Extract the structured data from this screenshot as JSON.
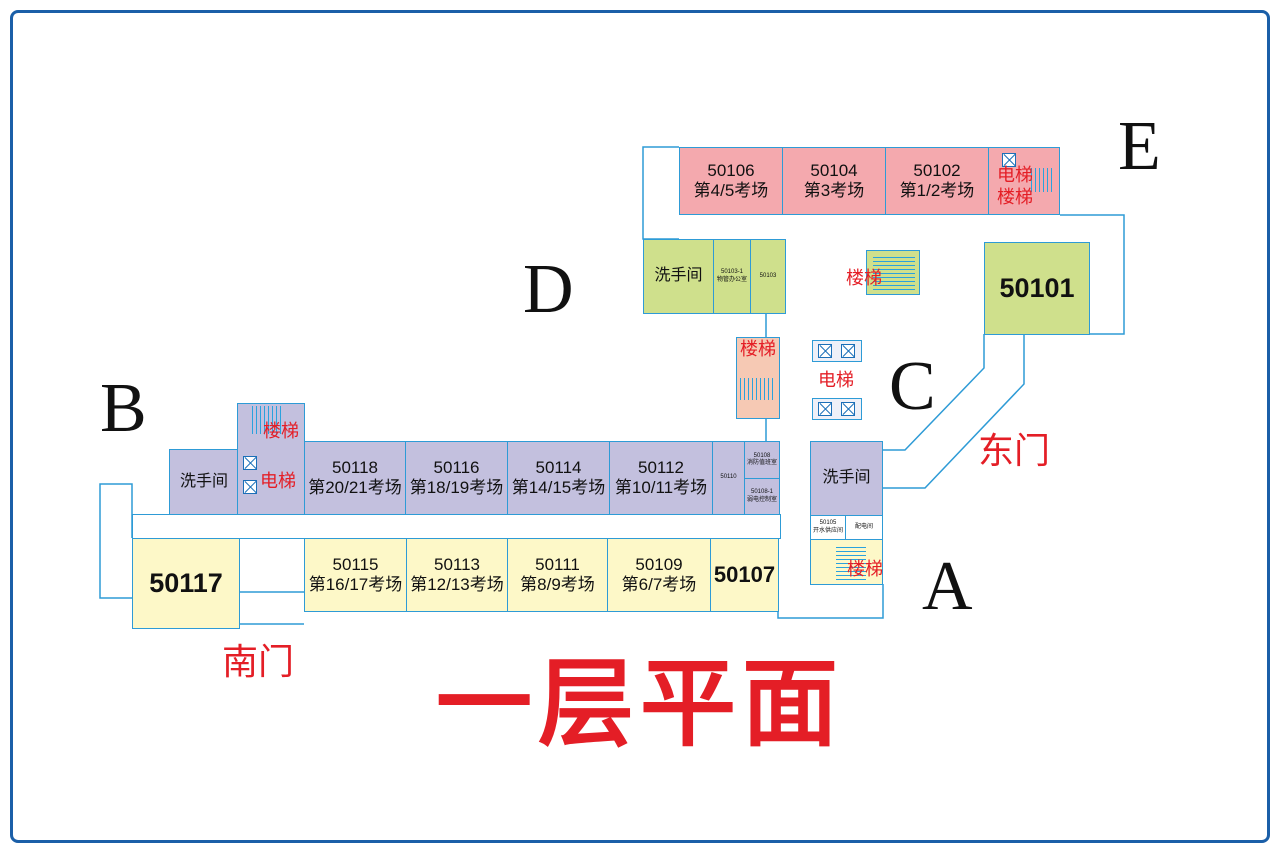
{
  "title": "一层平面",
  "blocks": {
    "A": "A",
    "B": "B",
    "C": "C",
    "D": "D",
    "E": "E"
  },
  "gates": {
    "east": "东门",
    "south": "南门"
  },
  "rooms": {
    "r50106": {
      "num": "50106",
      "sub": "第4/5考场"
    },
    "r50104": {
      "num": "50104",
      "sub": "第3考场"
    },
    "r50102": {
      "num": "50102",
      "sub": "第1/2考场"
    },
    "r50101": {
      "num": "50101"
    },
    "r50103_1": {
      "num": "50103-1",
      "sub": "物管办公室"
    },
    "r50103": {
      "num": "50103"
    },
    "r50118": {
      "num": "50118",
      "sub": "第20/21考场"
    },
    "r50116": {
      "num": "50116",
      "sub": "第18/19考场"
    },
    "r50114": {
      "num": "50114",
      "sub": "第14/15考场"
    },
    "r50112": {
      "num": "50112",
      "sub": "第10/11考场"
    },
    "r50110": {
      "num": "50110"
    },
    "r50108": {
      "num": "50108",
      "sub": "消防值班室"
    },
    "r50108_1": {
      "num": "50108-1",
      "sub": "弱电控制室"
    },
    "r50115": {
      "num": "50115",
      "sub": "第16/17考场"
    },
    "r50113": {
      "num": "50113",
      "sub": "第12/13考场"
    },
    "r50111": {
      "num": "50111",
      "sub": "第8/9考场"
    },
    "r50109": {
      "num": "50109",
      "sub": "第6/7考场"
    },
    "r50107": {
      "num": "50107"
    },
    "r50117": {
      "num": "50117"
    },
    "r50105": {
      "num": "50105",
      "sub": "开水供应间"
    },
    "power": {
      "num": "配电间"
    }
  },
  "facilities": {
    "washroom": "洗手间",
    "stairs": "楼梯",
    "elevator": "电梯"
  },
  "colors": {
    "frame": "#1b5fa8",
    "pink": "#f4a9ae",
    "purple": "#c3c0de",
    "yellow": "#fdf8c8",
    "green": "#cfe08c",
    "red": "#e41e26",
    "wall": "#2e9bd6"
  }
}
